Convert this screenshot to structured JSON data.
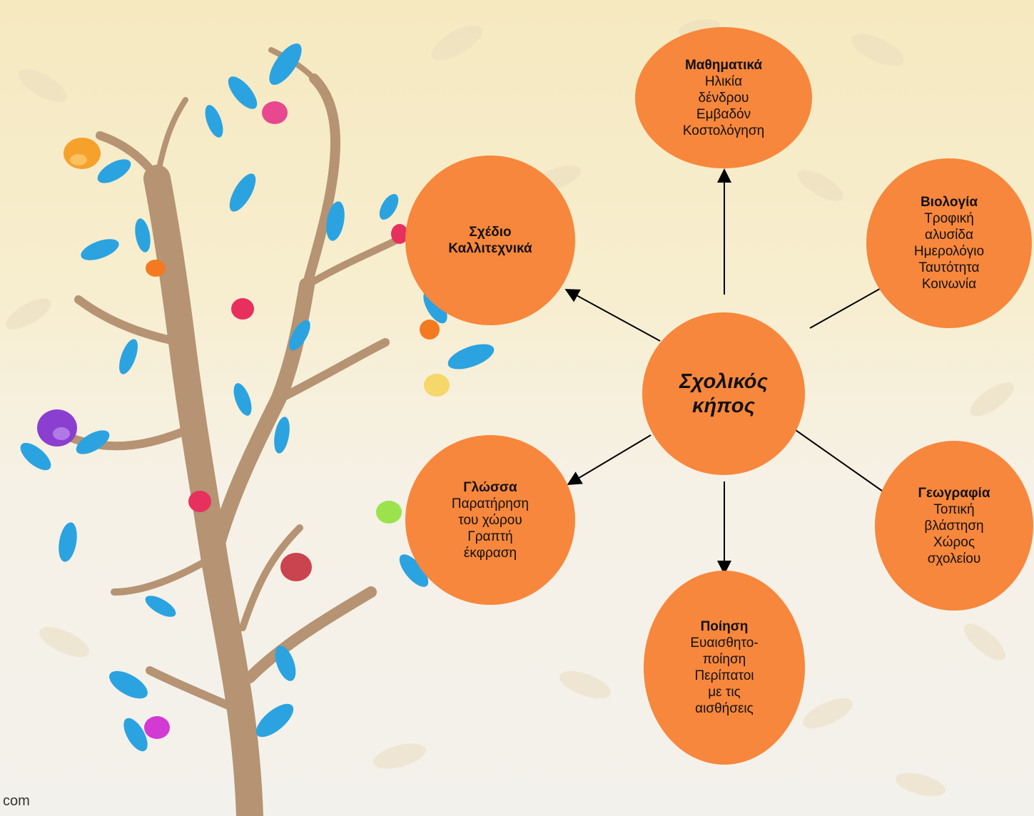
{
  "center": {
    "lines": [
      "Σχολικός",
      "κήπος"
    ]
  },
  "nodes": {
    "math": {
      "title": "Μαθηματικά",
      "lines": [
        "Ηλικία",
        "δένδρου",
        "Εμβαδόν",
        "Κοστολόγηση"
      ]
    },
    "bio": {
      "title": "Βιολογία",
      "lines": [
        "Τροφική",
        "αλυσίδα",
        "Ημερολόγιο",
        "Ταυτότητα",
        "Κοινωνία"
      ]
    },
    "art": {
      "title": "Σχέδιο",
      "title2": "Καλλιτεχνικά"
    },
    "lang": {
      "title": "Γλώσσα",
      "lines": [
        "Παρατήρηση",
        "του χώρου",
        "Γραπτή",
        "έκφραση"
      ]
    },
    "geo": {
      "title": "Γεωγραφία",
      "lines": [
        "Τοπική",
        "βλάστηση",
        "Χώρος",
        "σχολείου"
      ]
    },
    "poem": {
      "title": "Ποίηση",
      "lines": [
        "Ευαισθητο-",
        "ποίηση",
        "Περίπατοι",
        "με τις",
        "αισθήσεις"
      ]
    }
  },
  "watermark": "com",
  "colors": {
    "node_fill": "#f7873c",
    "arrow": "#000000",
    "trunk": "#b59373"
  }
}
